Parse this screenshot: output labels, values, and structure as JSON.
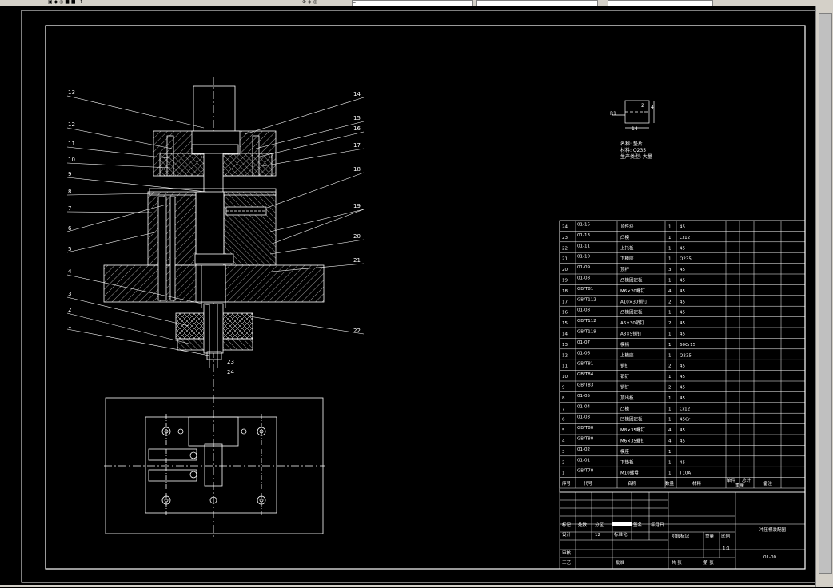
{
  "toolbar": {
    "items": [
      "▣ ◆ ◎ ■ ■ - t",
      "⊕ ◈ ◎",
      "═",
      "",
      ""
    ]
  },
  "parts_sketch": {
    "dims": [
      "R1",
      "14",
      "4",
      "2"
    ],
    "notes": [
      "名称: 垫片",
      "材料: Q235",
      "生产类型: 大量"
    ]
  },
  "callouts": [
    "13",
    "12",
    "11",
    "10",
    "9",
    "8",
    "7",
    "6",
    "5",
    "4",
    "3",
    "2",
    "1",
    "14",
    "15",
    "16",
    "17",
    "18",
    "19",
    "20",
    "21",
    "22",
    "23",
    "24"
  ],
  "bom": {
    "rows": [
      {
        "no": "24",
        "code": "01-15",
        "name": "顶件块",
        "qty": "1",
        "mat": "45"
      },
      {
        "no": "23",
        "code": "01-13",
        "name": "凸模",
        "qty": "1",
        "mat": "Cr12"
      },
      {
        "no": "22",
        "code": "01-11",
        "name": "上托板",
        "qty": "1",
        "mat": "45"
      },
      {
        "no": "21",
        "code": "01-10",
        "name": "下模座",
        "qty": "1",
        "mat": "Q235"
      },
      {
        "no": "20",
        "code": "01-09",
        "name": "顶杆",
        "qty": "3",
        "mat": "45"
      },
      {
        "no": "19",
        "code": "01-08",
        "name": "凸模固定板",
        "qty": "1",
        "mat": "45"
      },
      {
        "no": "18",
        "code": "GB/T81",
        "name": "M6×20螺钉",
        "qty": "4",
        "mat": "45"
      },
      {
        "no": "17",
        "code": "GB/T112",
        "name": "A10×30销钉",
        "qty": "2",
        "mat": "45"
      },
      {
        "no": "16",
        "code": "01-08",
        "name": "凸模固定板",
        "qty": "1",
        "mat": "45"
      },
      {
        "no": "15",
        "code": "GB/T112",
        "name": "A6×30销钉",
        "qty": "2",
        "mat": "45"
      },
      {
        "no": "14",
        "code": "GB/T119",
        "name": "A3×5销钉",
        "qty": "1",
        "mat": "45"
      },
      {
        "no": "13",
        "code": "01-07",
        "name": "模柄",
        "qty": "1",
        "mat": "60Cr15"
      },
      {
        "no": "12",
        "code": "01-06",
        "name": "上模座",
        "qty": "1",
        "mat": "Q235"
      },
      {
        "no": "11",
        "code": "GB/T81",
        "name": "销钉",
        "qty": "2",
        "mat": "45"
      },
      {
        "no": "10",
        "code": "GB/T84",
        "name": "销钉",
        "qty": "1",
        "mat": "45"
      },
      {
        "no": "9",
        "code": "GB/T83",
        "name": "销钉",
        "qty": "2",
        "mat": "45"
      },
      {
        "no": "8",
        "code": "01-05",
        "name": "顶出板",
        "qty": "1",
        "mat": "45"
      },
      {
        "no": "7",
        "code": "01-04",
        "name": "凸模",
        "qty": "1",
        "mat": "Cr12"
      },
      {
        "no": "6",
        "code": "01-03",
        "name": "凹模固定板",
        "qty": "1",
        "mat": "45Cr"
      },
      {
        "no": "5",
        "code": "GB/T80",
        "name": "M8×35螺钉",
        "qty": "4",
        "mat": "45"
      },
      {
        "no": "4",
        "code": "GB/T80",
        "name": "M6×35螺钉",
        "qty": "4",
        "mat": "45"
      },
      {
        "no": "3",
        "code": "01-02",
        "name": "模座",
        "qty": "1",
        "mat": ""
      },
      {
        "no": "2",
        "code": "01-01",
        "name": "下垫板",
        "qty": "1",
        "mat": "45"
      },
      {
        "no": "1",
        "code": "GB/T70",
        "name": "M10螺母",
        "qty": "1",
        "mat": "T10A"
      }
    ],
    "header": {
      "no": "序号",
      "code": "代号",
      "name": "名称",
      "qty": "数量",
      "mat": "材料",
      "unit": "单件",
      "total": "总计",
      "weight": "重量",
      "remark": "备注"
    }
  },
  "title_block": {
    "labels": {
      "mark": "标记",
      "count": "处数",
      "zone": "分区",
      "sign": "签名",
      "date": "年月日",
      "design": "设计",
      "std": "标准化",
      "stage": "阶段标记",
      "weight": "重量",
      "scale": "比例",
      "check": "审核",
      "process": "工艺",
      "approve": "批准",
      "sheets_total": "共 张",
      "sheet_no": "第 张"
    },
    "values": {
      "design_no": "12",
      "scale_val": "1:1"
    },
    "drawing_name": "冲压模装配图",
    "drawing_no": "01-00"
  }
}
